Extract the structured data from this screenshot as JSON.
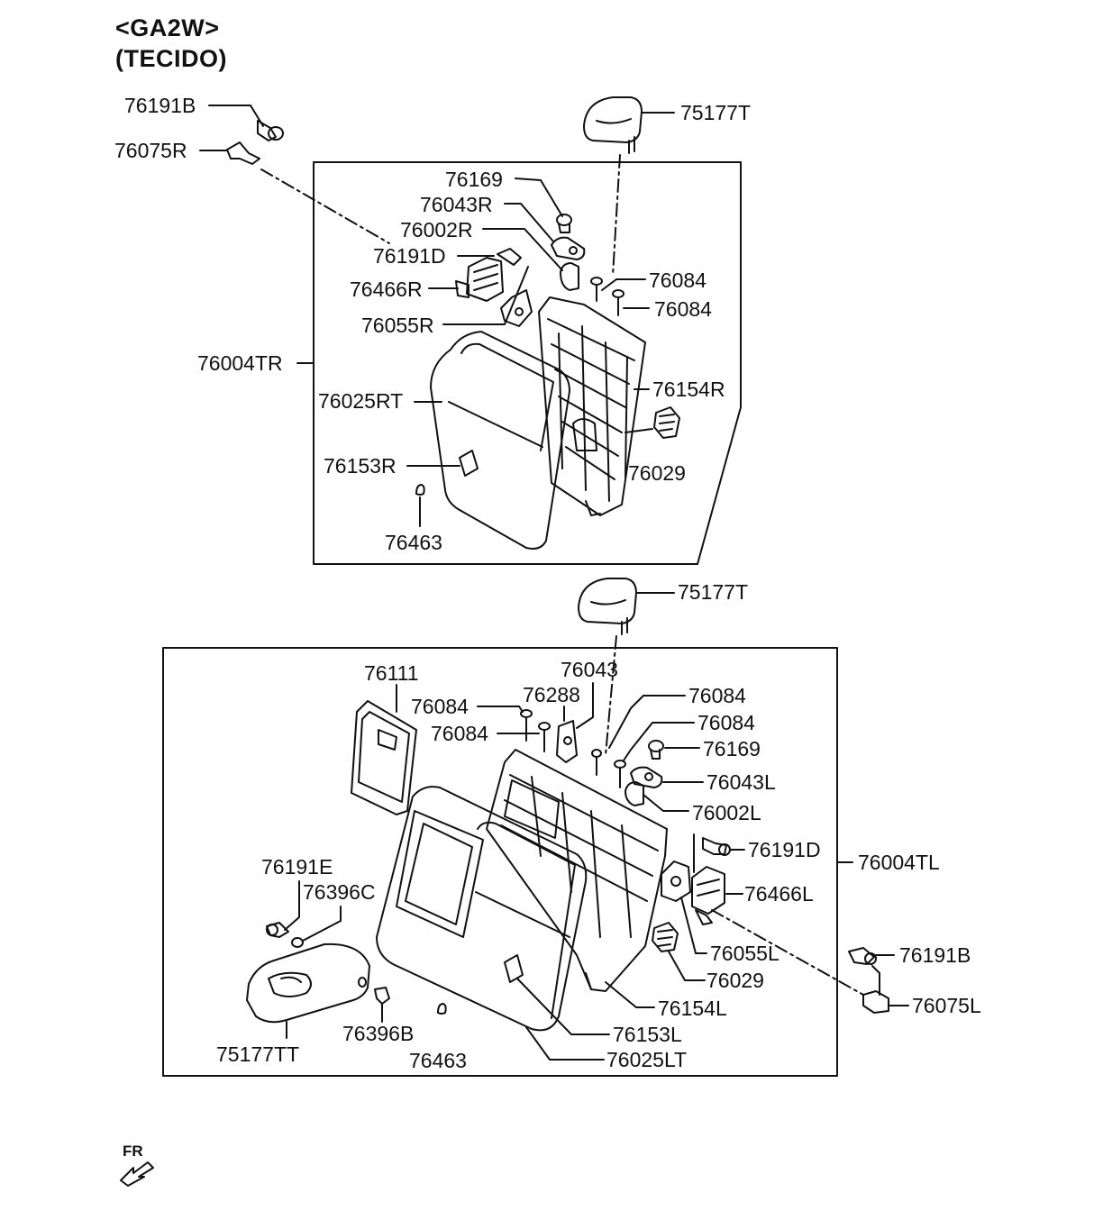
{
  "title": {
    "model": "<GA2W>",
    "variant": "(TECIDO)"
  },
  "direction_label": "FR",
  "icons": {
    "direction_arrow": "front-direction-arrow-icon"
  },
  "upper_assembly": {
    "labels": {
      "l76191B": "76191B",
      "l76075R": "76075R",
      "l75177T": "75177T",
      "l76169": "76169",
      "l76043R": "76043R",
      "l76002R": "76002R",
      "l76191D": "76191D",
      "l76084a": "76084",
      "l76084b": "76084",
      "l76466R": "76466R",
      "l76055R": "76055R",
      "l76004TR": "76004TR",
      "l76025RT": "76025RT",
      "l76154R": "76154R",
      "l76153R": "76153R",
      "l76029": "76029",
      "l76463": "76463"
    }
  },
  "lower_assembly": {
    "labels": {
      "l75177T": "75177T",
      "l76111": "76111",
      "l76043": "76043",
      "l76084a": "76084",
      "l76288": "76288",
      "l76084b": "76084",
      "l76084c": "76084",
      "l76084d": "76084",
      "l76169": "76169",
      "l76043L": "76043L",
      "l76002L": "76002L",
      "l76191D": "76191D",
      "l76004TL": "76004TL",
      "l76191E": "76191E",
      "l76396C": "76396C",
      "l76466L": "76466L",
      "l76055L": "76055L",
      "l76191B": "76191B",
      "l76029": "76029",
      "l76075L": "76075L",
      "l76154L": "76154L",
      "l76396B": "76396B",
      "l76153L": "76153L",
      "l75177TT": "75177TT",
      "l76463": "76463",
      "l76025LT": "76025LT"
    }
  }
}
